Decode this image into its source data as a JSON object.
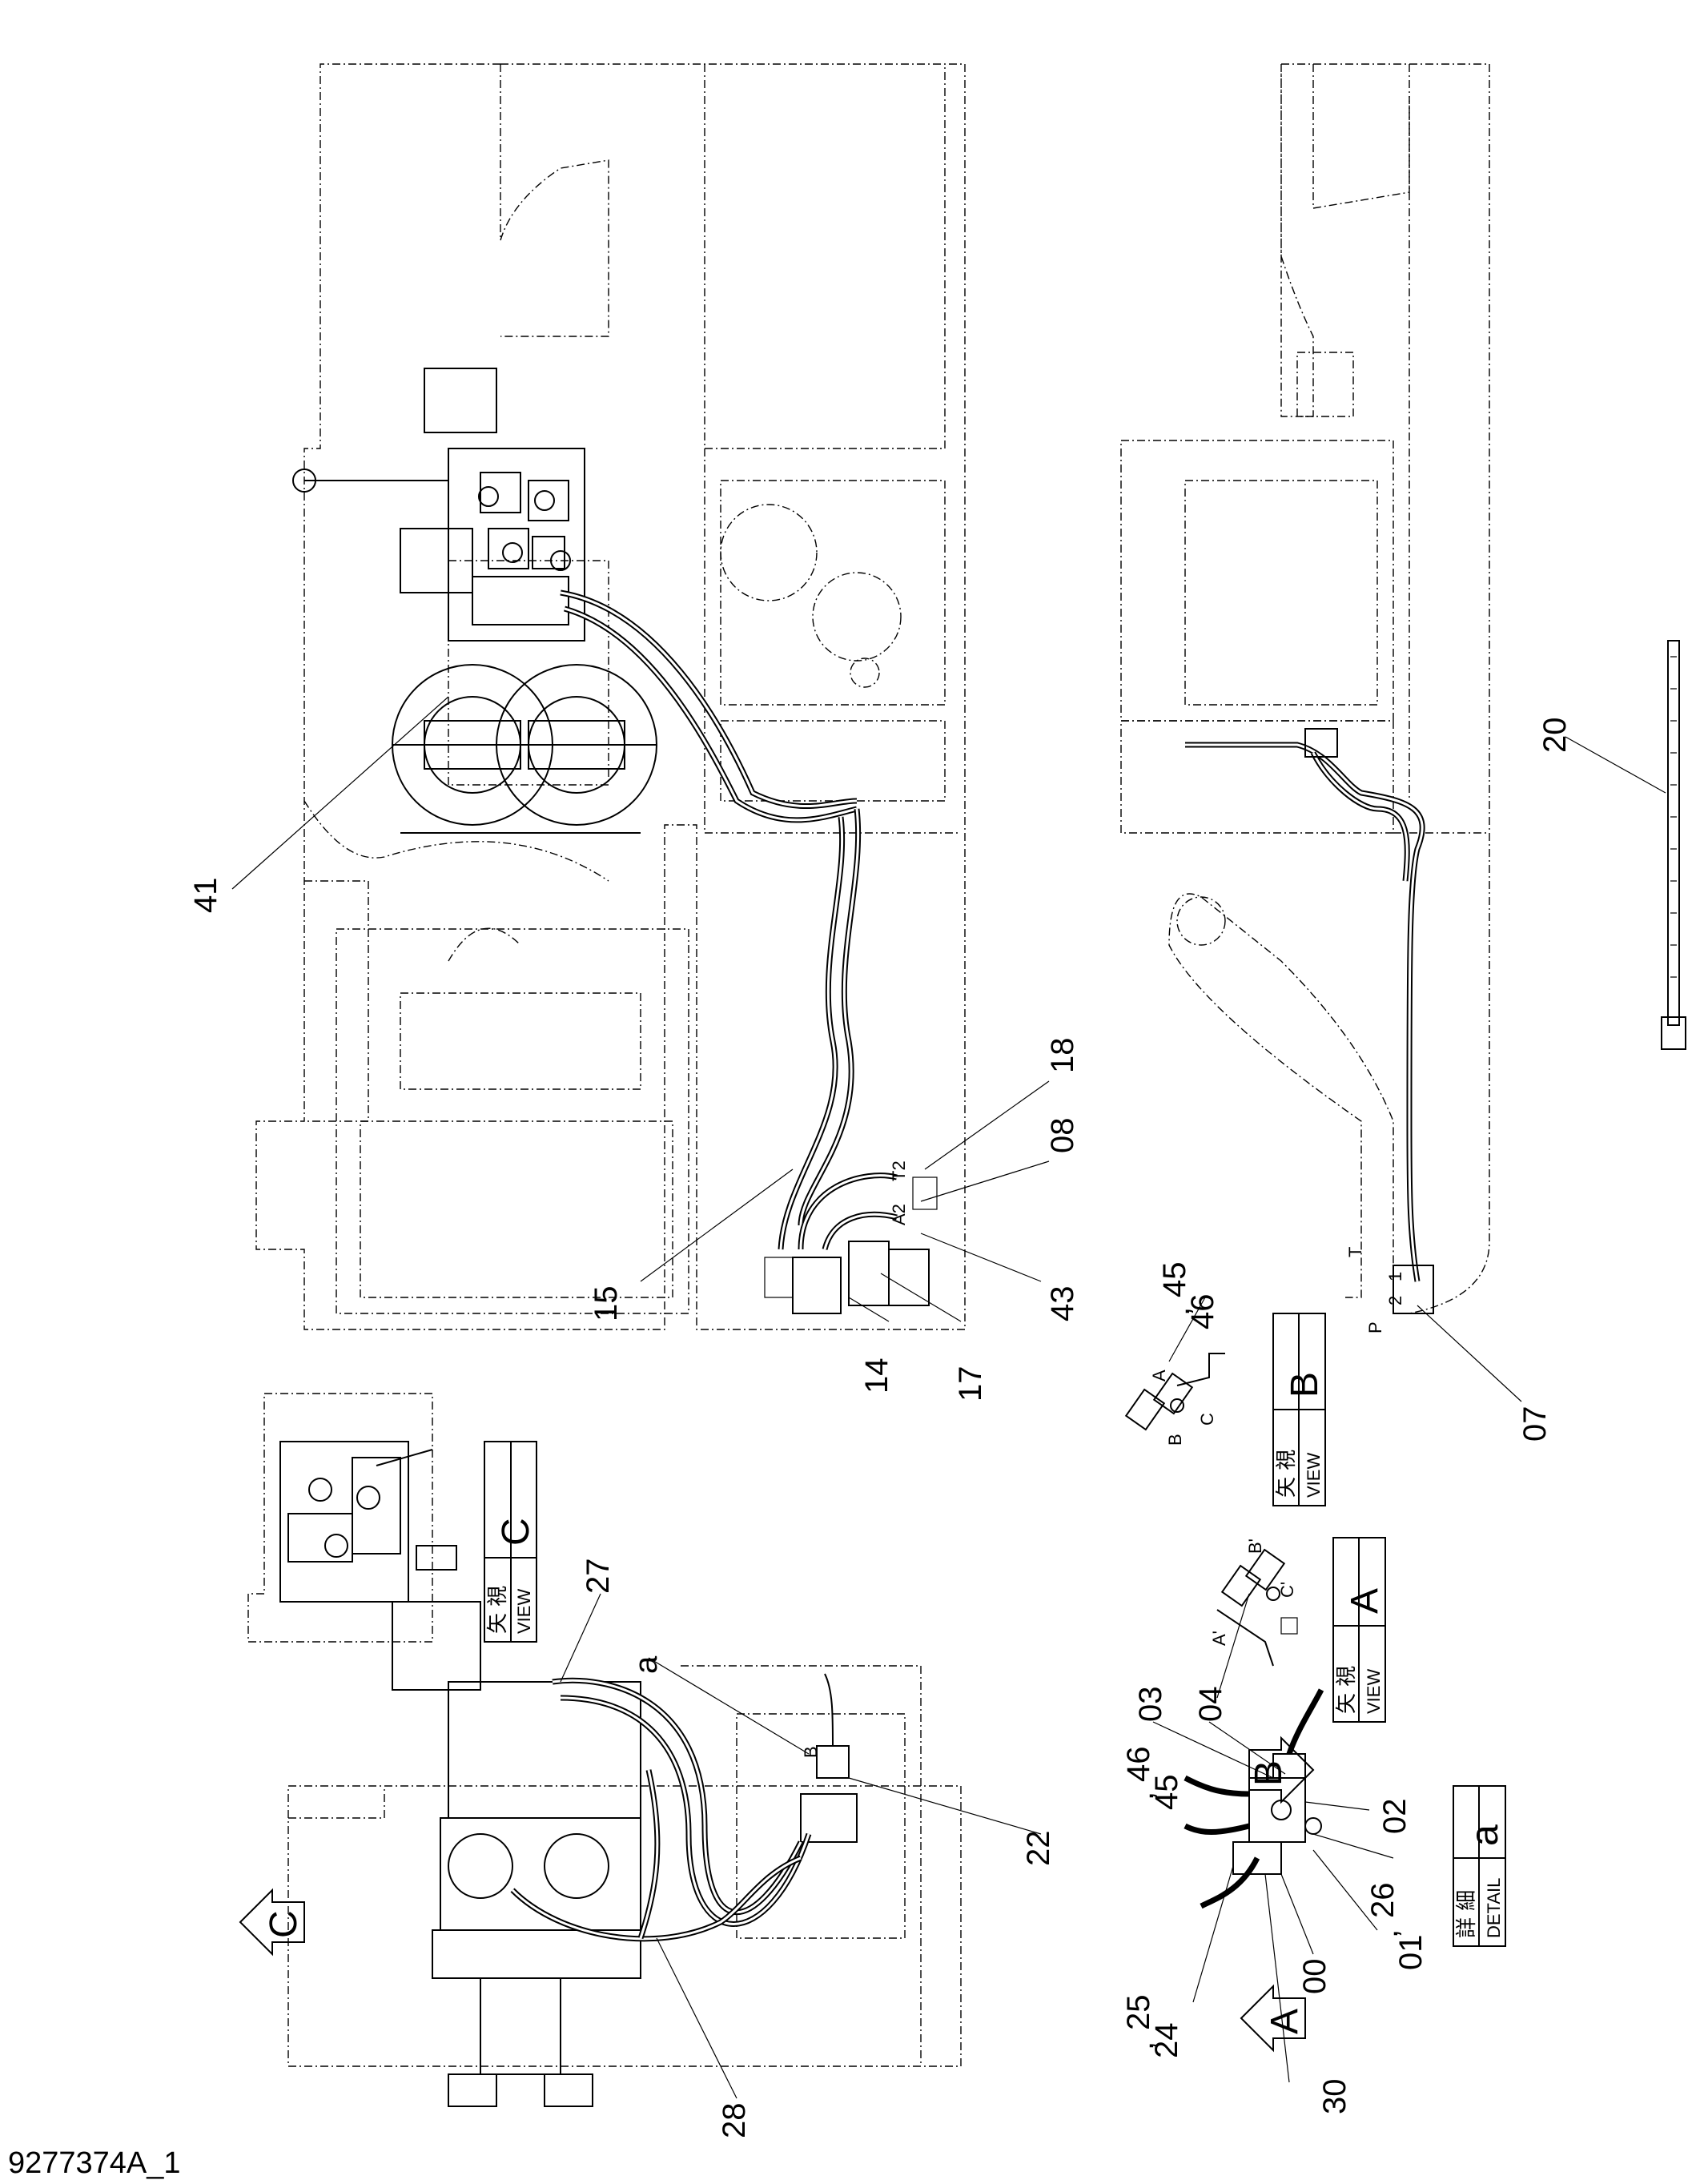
{
  "drawing_number": "9277374A_1",
  "callouts": {
    "n41": "41",
    "n15": "15",
    "n14": "14",
    "n17": "17",
    "n43": "43",
    "n08": "08",
    "n18": "18",
    "n07": "07",
    "n20": "20",
    "n27": "27",
    "n22": "22",
    "n28": "28",
    "n03": "03",
    "n04": "04",
    "n02": "02",
    "n26": "26",
    "n01": "01",
    "n00": "00",
    "n30": "30",
    "n25": "25",
    "n24": "24",
    "n45a": "45",
    "n46a": "46",
    "n46b": "46",
    "n45b": "45",
    "comma": ","
  },
  "port_labels": {
    "T2": "T2",
    "A2": "A2",
    "T": "T",
    "P": "P",
    "two": "2",
    "one": "1",
    "A": "A",
    "B": "B",
    "C": "C",
    "A_prime": "A'",
    "B_prime": "B'",
    "C_prime": "C'",
    "a": "a",
    "B_small": "B"
  },
  "views": {
    "view_c": {
      "kanji": "矢 視",
      "letter": "C",
      "word": "VIEW"
    },
    "view_b": {
      "kanji": "矢 視",
      "letter": "B",
      "word": "VIEW"
    },
    "view_a": {
      "kanji": "矢 視",
      "letter": "A",
      "word": "VIEW"
    },
    "detail_a": {
      "kanji": "詳 細",
      "letter": "a",
      "word": "DETAIL"
    }
  },
  "arrows": {
    "c": "C",
    "b": "B",
    "a": "A"
  }
}
